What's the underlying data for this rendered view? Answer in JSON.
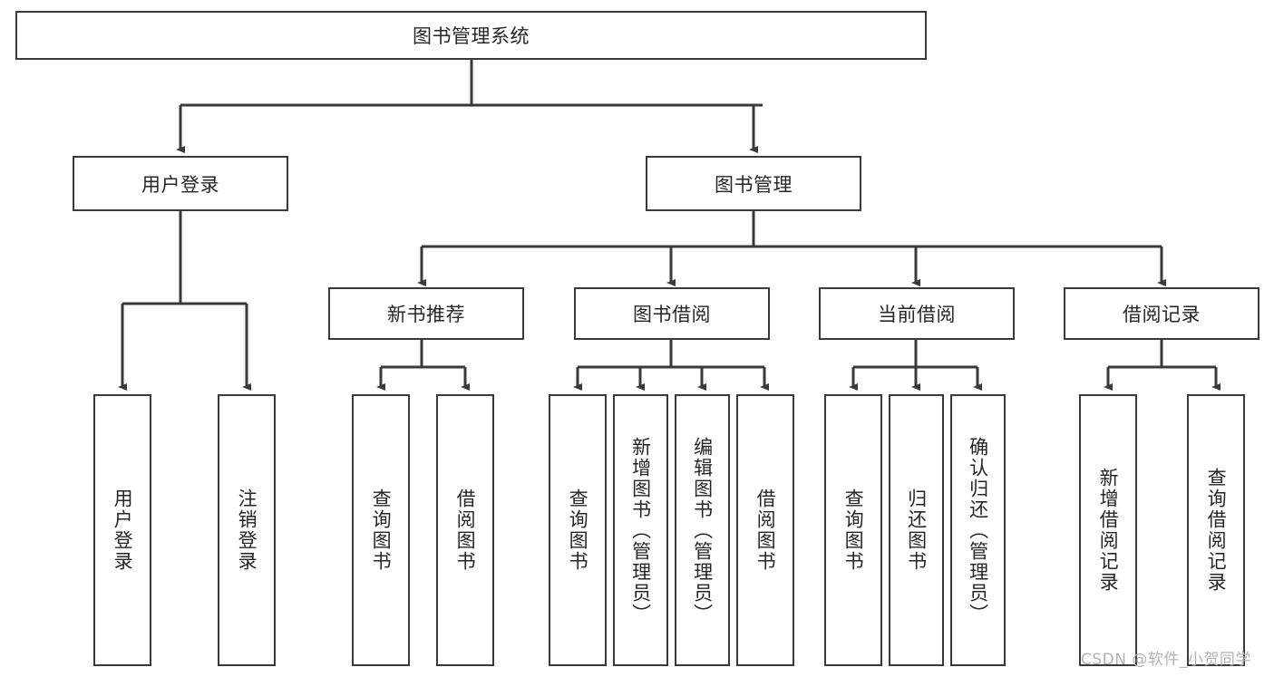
{
  "diagram": {
    "type": "tree-hierarchy-diagram",
    "title": "图书管理系统",
    "colors": {
      "box_border": "#3a3a3a",
      "box_fill": "#ffffff",
      "connector": "#3a3a3a",
      "text": "#262626",
      "watermark": "#b3b3b3",
      "background": "#ffffff"
    },
    "root": {
      "label": "图书管理系统",
      "level": 1
    },
    "level2": [
      {
        "label": "用户登录"
      },
      {
        "label": "图书管理"
      }
    ],
    "level3": [
      {
        "label": "新书推荐",
        "parent": "图书管理"
      },
      {
        "label": "图书借阅",
        "parent": "图书管理"
      },
      {
        "label": "当前借阅",
        "parent": "图书管理"
      },
      {
        "label": "借阅记录",
        "parent": "图书管理"
      }
    ],
    "leaves": {
      "用户登录": [
        {
          "label": "用户登录"
        },
        {
          "label": "注销登录"
        }
      ],
      "新书推荐": [
        {
          "label": "查询图书"
        },
        {
          "label": "借阅图书"
        }
      ],
      "图书借阅": [
        {
          "label": "查询图书"
        },
        {
          "label": "新增图书（管理员）"
        },
        {
          "label": "编辑图书（管理员）"
        },
        {
          "label": "借阅图书"
        }
      ],
      "当前借阅": [
        {
          "label": "查询图书"
        },
        {
          "label": "归还图书"
        },
        {
          "label": "确认归还（管理员）"
        }
      ],
      "借阅记录": [
        {
          "label": "新增借阅记录"
        },
        {
          "label": "查询借阅记录"
        }
      ]
    }
  },
  "watermark": {
    "text": "CSDN @软件_小贺同学"
  }
}
